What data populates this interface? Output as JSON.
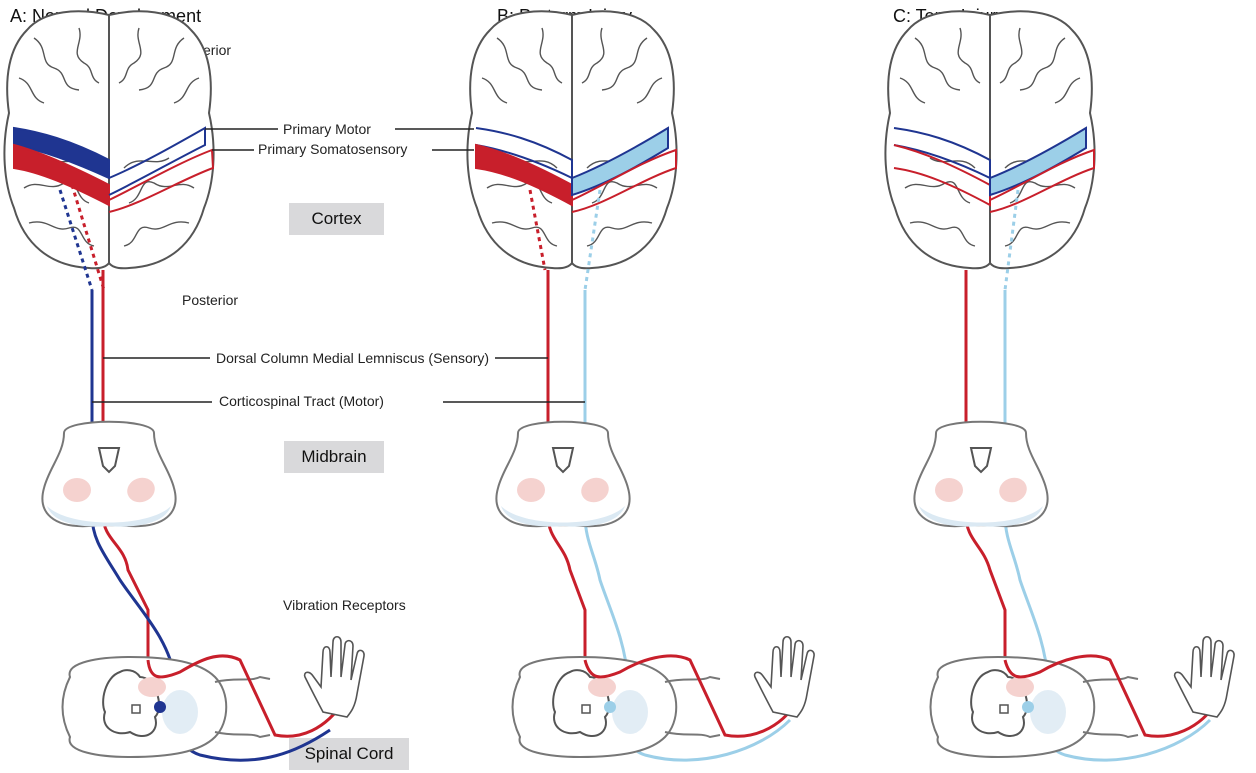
{
  "panels": [
    {
      "title": "A: Normal Development"
    },
    {
      "title": "B: Preterm Injury"
    },
    {
      "title": "C: Term Injury"
    }
  ],
  "labels": {
    "anterior": "Anterior",
    "posterior": "Posterior",
    "primary_motor": "Primary Motor",
    "primary_somatosensory": "Primary Somatosensory",
    "dcml": "Dorsal Column Medial Lemniscus (Sensory)",
    "corticospinal": "Corticospinal Tract  (Motor)",
    "vibration_receptors": "Vibration Receptors"
  },
  "regions": {
    "cortex": "Cortex",
    "midbrain": "Midbrain",
    "spinal_cord": "Spinal Cord"
  },
  "colors": {
    "sensory_red": "#c81f2b",
    "motor_blue": "#1f3591",
    "injured_light_blue": "#9ccfe8",
    "outline_gray": "#666666",
    "label_box_gray": "#d9d9db",
    "midbrain_pink": "#f5d2cf",
    "midbrain_base_blue": "#dbe9f3"
  }
}
